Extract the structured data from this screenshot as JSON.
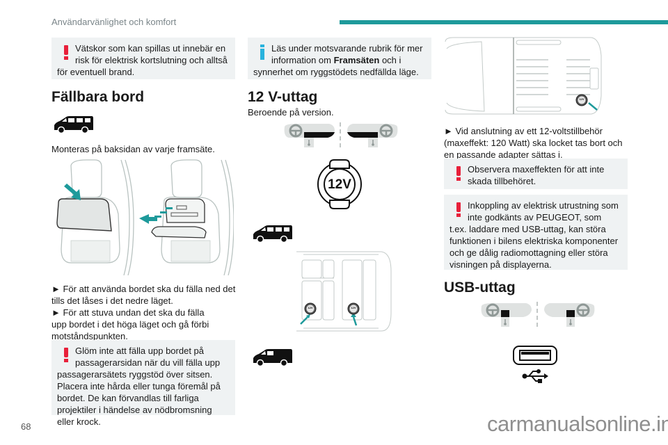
{
  "header": {
    "title": "Användarvänlighet och komfort",
    "accent_color": "#1e9a9b"
  },
  "column1": {
    "warning_top": {
      "icon": "warning-exclamation-icon",
      "text": "Vätskor som kan spillas ut innebär en risk för elektrisk kortslutning och alltså för eventuell brand."
    },
    "heading": "Fällbara bord",
    "vehicle_icon": "people-carrier-icon",
    "intro": "Monteras på baksidan av varje framsäte.",
    "illustration": "seat-back-folding-table-illustration",
    "steps": [
      "► För att använda bordet ska du fälla ned det tills det låses i det nedre läget.",
      "► För att stuva undan det ska du fälla upp bordet i det höga läget och gå förbi motståndspunkten."
    ],
    "warning": {
      "icon": "warning-exclamation-icon",
      "text": "Glöm inte att fälla upp bordet på passagerarsidan när du vill fälla upp passagerarsätets ryggstöd över sitsen. Placera inte hårda eller tunga föremål på bordet. De kan förvandlas till farliga projektiler i händelse av nödbromsning eller krock."
    }
  },
  "column2": {
    "info": {
      "icon": "info-icon",
      "text_before": "Läs under motsvarande rubrik för mer information om ",
      "bold": "Framsäten",
      "text_after": " och i synnerhet om ryggstödets nedfällda läge."
    },
    "heading": "12 V-uttag",
    "subtitle": "Beroende på version.",
    "socket_label": "12V",
    "socket_labels_small": [
      "12V",
      "12V"
    ],
    "vehicle_icons": [
      "people-carrier-icon",
      "van-icon"
    ]
  },
  "column3": {
    "step": "► Vid anslutning av ett 12-voltstillbehör (maxeffekt: 120 Watt) ska locket tas bort och en passande adapter sättas i.",
    "warning1": {
      "icon": "warning-exclamation-icon",
      "text": "Observera maxeffekten för att inte skada tillbehöret."
    },
    "warning2": {
      "icon": "warning-exclamation-icon",
      "text": "Inkoppling av elektrisk utrustning som inte godkänts av PEUGEOT, som t.ex. laddare med USB-uttag, kan störa funktionen i bilens elektriska komponenter och ge dålig radiomottagning eller störa visningen på displayerna."
    },
    "heading": "USB-uttag",
    "usb_icon": "usb-symbol-icon",
    "socket_label_small": "12V"
  },
  "colors": {
    "warning": "#e8203a",
    "info": "#29b3dd",
    "box_bg": "#eff2f3",
    "teal": "#1e9a9b"
  },
  "footer": {
    "page_number": "68",
    "watermark": "carmanualsonline.info"
  }
}
